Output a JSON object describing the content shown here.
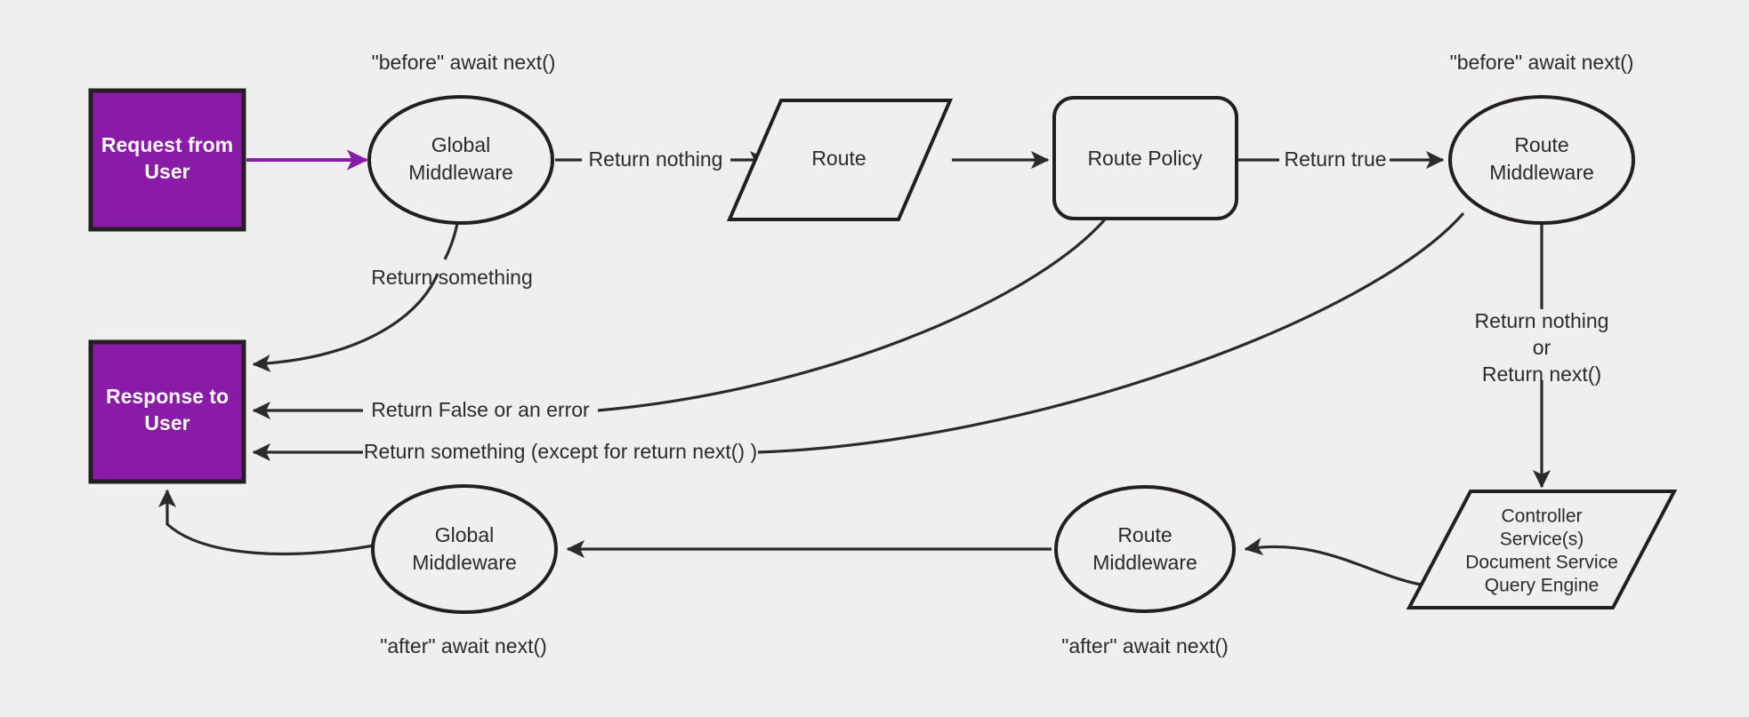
{
  "diagram": {
    "title": "Request / Response middleware lifecycle",
    "background_color": "#efeff0",
    "accent_color": "#8a1ba8",
    "line_color": "#2b2b2b",
    "nodes": {
      "request_box": {
        "line1": "Request from",
        "line2": "User",
        "shape": "rectangle",
        "fill": "#8a1ba8"
      },
      "response_box": {
        "line1": "Response to",
        "line2": "User",
        "shape": "rectangle",
        "fill": "#8a1ba8"
      },
      "global_mw_top": {
        "line1": "Global",
        "line2": "Middleware",
        "shape": "ellipse"
      },
      "route": {
        "line1": "Route",
        "shape": "parallelogram"
      },
      "route_policy": {
        "line1": "Route Policy",
        "shape": "rounded-rectangle"
      },
      "route_mw_top": {
        "line1": "Route",
        "line2": "Middleware",
        "shape": "ellipse"
      },
      "controller": {
        "line1": "Controller",
        "line2": "Service(s)",
        "line3": "Document Service",
        "line4": "Query Engine",
        "shape": "parallelogram"
      },
      "route_mw_bottom": {
        "line1": "Route",
        "line2": "Middleware",
        "shape": "ellipse"
      },
      "global_mw_bottom": {
        "line1": "Global",
        "line2": "Middleware",
        "shape": "ellipse"
      }
    },
    "annotations": {
      "before_global": "\"before\" await next()",
      "before_route": "\"before\" await next()",
      "after_global": "\"after\" await next()",
      "after_route": "\"after\" await next()"
    },
    "edge_labels": {
      "return_nothing": "Return nothing",
      "return_true": "Return true",
      "return_something_global": "Return something",
      "return_false_or_error": "Return False or an error",
      "return_something_except_next": "Return something (except for return next() )",
      "return_nothing_or_next_line1": "Return nothing",
      "return_nothing_or_next_line2": "or",
      "return_nothing_or_next_line3": "Return next()"
    }
  }
}
